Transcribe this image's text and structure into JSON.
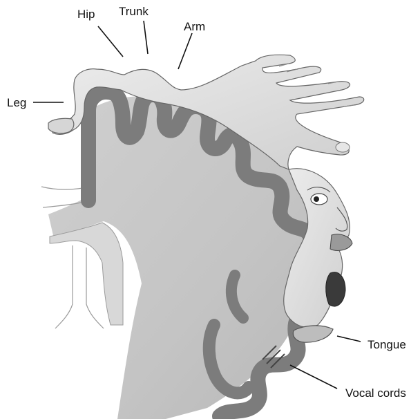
{
  "labels": {
    "hip": "Hip",
    "trunk": "Trunk",
    "arm": "Arm",
    "leg": "Leg",
    "tongue": "Tongue",
    "vocal_cords": "Vocal cords"
  },
  "colors": {
    "brain_light": "#c9c9c9",
    "cortex_dark": "#7c7c7c",
    "skin": "#dedede",
    "line": "#111111"
  }
}
